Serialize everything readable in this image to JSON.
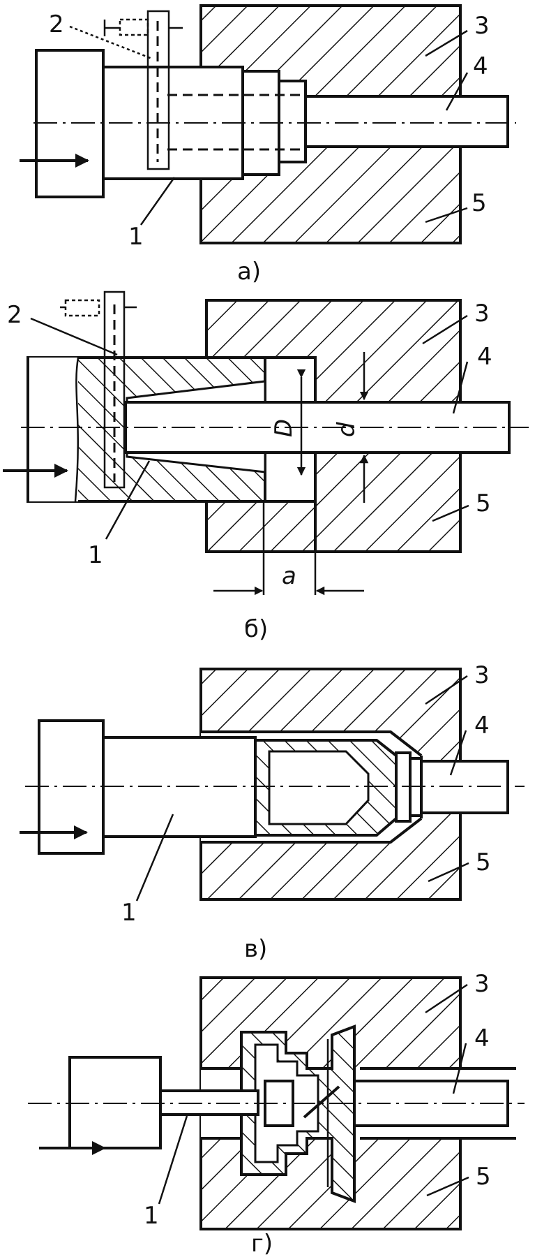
{
  "diagrams": [
    {
      "caption": "а)",
      "labels": {
        "l1": "1",
        "l2": "2",
        "l3": "3",
        "l4": "4",
        "l5": "5"
      }
    },
    {
      "caption": "б)",
      "labels": {
        "l1": "1",
        "l2": "2",
        "l3": "3",
        "l4": "4",
        "l5": "5"
      },
      "dims": {
        "D": "D",
        "d": "d",
        "a": "a"
      }
    },
    {
      "caption": "в)",
      "labels": {
        "l1": "1",
        "l3": "3",
        "l4": "4",
        "l5": "5"
      }
    },
    {
      "caption": "г)",
      "labels": {
        "l1": "1",
        "l3": "3",
        "l4": "4",
        "l5": "5"
      }
    }
  ]
}
